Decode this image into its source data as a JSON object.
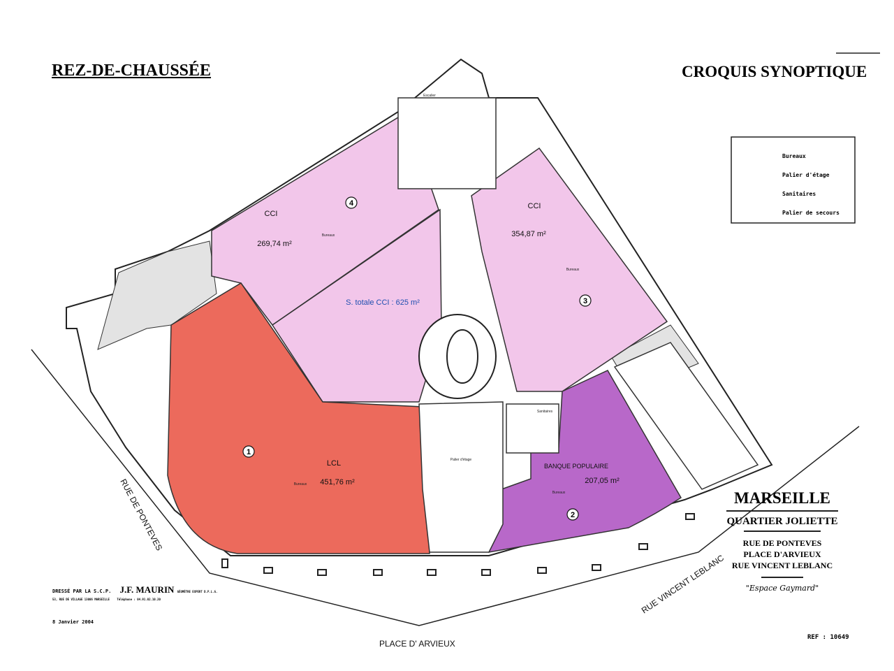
{
  "header": {
    "left_title": "REZ-DE-CHAUSSÉE",
    "right_title": "CROQUIS SYNOPTIQUE"
  },
  "legend": {
    "items": [
      {
        "label": "Bureaux",
        "color": "#f2c6ea"
      },
      {
        "label": "Palier d'étage",
        "color": "#ffffff"
      },
      {
        "label": "Sanitaires",
        "color": "#ffffff"
      },
      {
        "label": "Palier de secours",
        "color": "#d8d8d8"
      }
    ]
  },
  "lots": [
    {
      "number": "1",
      "tenant": "LCL",
      "area": "451,76 m²",
      "use": "Bureaux",
      "color": "#ec6a5c"
    },
    {
      "number": "2",
      "tenant": "BANQUE POPULAIRE",
      "area": "207,05 m²",
      "use": "Bureaux",
      "color": "#b868c9"
    },
    {
      "number": "3",
      "tenant": "CCI",
      "area": "354,87 m²",
      "use": "Bureaux",
      "color": "#f2c6ea"
    },
    {
      "number": "4",
      "tenant": "CCI",
      "area": "269,74 m²",
      "use": "Bureaux",
      "color": "#f2c6ea"
    }
  ],
  "total_cci": "S. totale CCI : 625 m²",
  "rooms": {
    "palier": "Palier d'étage",
    "sanitaires": "Sanitaires",
    "escalier": "Escalier"
  },
  "streets": {
    "ponteves": "RUE DE PONTEVES",
    "arvieux": "PLACE D' ARVIEUX",
    "leblanc": "RUE VINCENT LEBLANC"
  },
  "title_block": {
    "city": "MARSEILLE",
    "district": "QUARTIER JOLIETTE",
    "address_lines": [
      "RUE DE PONTEVES",
      "PLACE D'ARVIEUX",
      "RUE VINCENT LEBLANC"
    ],
    "building_name": "\"Espace Gaymard\"",
    "ref": "REF : 10649"
  },
  "surveyor": {
    "line1_prefix": "DRESSÉ PAR LA S.C.P.",
    "name": "J.F. MAURIN",
    "title": "GÉOMÈTRE EXPERT D.P.L.G.",
    "address": "53, RUE DE VILLAGE 13006 MARSEILLE",
    "phone": "Téléphone : 04.91.02.10.20",
    "date": "8 Janvier 2004"
  }
}
